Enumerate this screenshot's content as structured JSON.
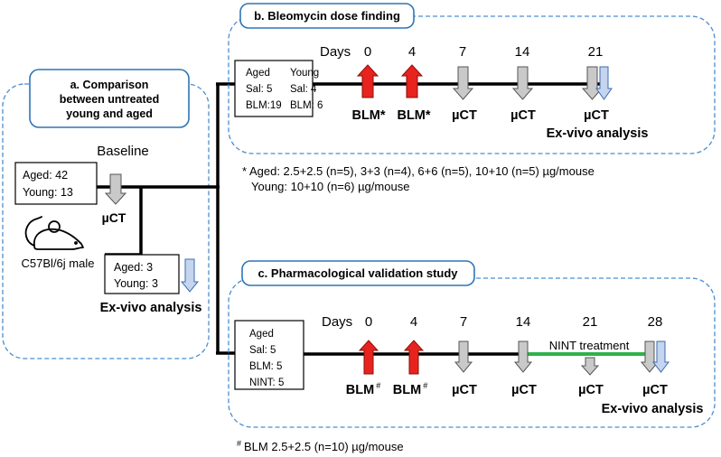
{
  "panel_a": {
    "title_line1": "a. Comparison",
    "title_line2": "between untreated",
    "title_line3": "young and aged",
    "baseline_label": "Baseline",
    "cohort_aged": "Aged: 42",
    "cohort_young": "Young: 13",
    "mouse_icon": "mouse-icon",
    "strain_label": "C57Bl/6j male",
    "uct_label": "µCT",
    "exvivo_aged": "Aged: 3",
    "exvivo_young": "Young: 3",
    "exvivo_label": "Ex-vivo analysis"
  },
  "panel_b": {
    "title": "b. Bleomycin dose finding",
    "days_label": "Days",
    "group_col1": [
      "Aged",
      "Sal: 5",
      "BLM:19"
    ],
    "group_col2": [
      "Young",
      "Sal: 4",
      "BLM: 6"
    ],
    "timepoints": [
      {
        "day": "0",
        "label": "BLM*"
      },
      {
        "day": "4",
        "label": "BLM*"
      },
      {
        "day": "7",
        "label": "µCT"
      },
      {
        "day": "14",
        "label": "µCT"
      },
      {
        "day": "21",
        "label": "µCT"
      }
    ],
    "exvivo_label": "Ex-vivo analysis",
    "footnote_line1": "* Aged: 2.5+2.5 (n=5), 3+3 (n=4), 6+6 (n=5), 10+10 (n=5) µg/mouse",
    "footnote_line2": "Young: 10+10 (n=6) µg/mouse"
  },
  "panel_c": {
    "title": "c. Pharmacological validation study",
    "days_label": "Days",
    "groups": [
      "Aged",
      "Sal: 5",
      "BLM: 5",
      "NINT: 5"
    ],
    "timepoints": [
      {
        "day": "0",
        "label": "BLM",
        "mark": "#"
      },
      {
        "day": "4",
        "label": "BLM",
        "mark": "#"
      },
      {
        "day": "7",
        "label": "µCT",
        "mark": ""
      },
      {
        "day": "14",
        "label": "µCT",
        "mark": ""
      },
      {
        "day": "21",
        "label": "µCT",
        "mark": ""
      },
      {
        "day": "28",
        "label": "µCT",
        "mark": ""
      }
    ],
    "treatment_label": "NINT treatment",
    "exvivo_label": "Ex-vivo analysis",
    "footnote_mark": "#",
    "footnote_text": "BLM 2.5+2.5 (n=10)  µg/mouse"
  },
  "colors": {
    "blm_arrow": "#e8231e",
    "uct_arrow": "#c9c9c9",
    "exvivo_arrow": "#c5d5ee",
    "treatment_line": "#2db34a",
    "dashed_border": "#4a8fd0",
    "title_border": "#2e75b6"
  }
}
